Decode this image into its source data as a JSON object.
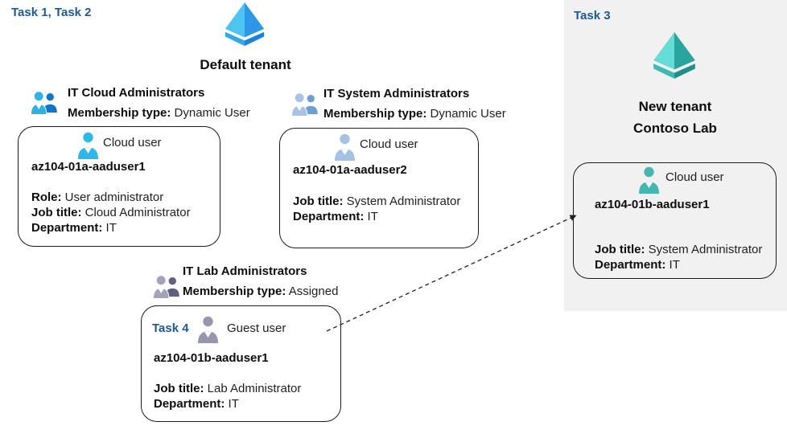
{
  "tasks": {
    "left": "Task 1, Task 2",
    "right": "Task 3",
    "guest_card": "Task 4"
  },
  "tenants": {
    "default": {
      "label": "Default tenant"
    },
    "new": {
      "line1": "New tenant",
      "line2": "Contoso Lab"
    }
  },
  "groups": [
    {
      "name": "IT Cloud Administrators",
      "membership_label": "Membership type:",
      "membership_value": "Dynamic User"
    },
    {
      "name": "IT System Administrators",
      "membership_label": "Membership type:",
      "membership_value": "Dynamic User"
    },
    {
      "name": "IT Lab Administrators",
      "membership_label": "Membership type:",
      "membership_value": "Assigned"
    }
  ],
  "cards": [
    {
      "user_type": "Cloud user",
      "username": "az104-01a-aaduser1",
      "fields": [
        {
          "label": "Role:",
          "value": "User administrator"
        },
        {
          "label": "Job title:",
          "value": "Cloud Administrator"
        },
        {
          "label": "Department:",
          "value": "IT"
        }
      ]
    },
    {
      "user_type": "Cloud user",
      "username": "az104-01a-aaduser2",
      "fields": [
        {
          "label": "Job title:",
          "value": "System Administrator"
        },
        {
          "label": "Department:",
          "value": "IT"
        }
      ]
    },
    {
      "task_label": "Task 4",
      "user_type": "Guest user",
      "username": "az104-01b-aaduser1",
      "fields": [
        {
          "label": "Job title:",
          "value": "Lab Administrator"
        },
        {
          "label": "Department:",
          "value": "IT"
        }
      ]
    },
    {
      "user_type": "Cloud user",
      "username": "az104-01b-aaduser1",
      "fields": [
        {
          "label": "Job title:",
          "value": "System Administrator"
        },
        {
          "label": "Department:",
          "value": "IT"
        }
      ]
    }
  ],
  "icons": {
    "tenant_default": "azure-ad-tenant-icon",
    "tenant_new": "azure-ad-tenant-icon",
    "group": "user-group-icon",
    "cloud_user": "person-icon",
    "guest_user": "person-icon",
    "arrow": "dashed-arrow"
  },
  "colors": {
    "task_label": "#1b5a96",
    "panel_bg": "#f1f1f1",
    "card_border": "#1a1a1a",
    "arrow": "#222222",
    "tenant_blue": {
      "light": "#4cc5f1",
      "dark": "#2d99e6",
      "base_light": "#30a9e9",
      "base_dark": "#1583df"
    },
    "tenant_teal": {
      "light": "#66dcd6",
      "dark": "#2aa49e",
      "base_light": "#3dbab3",
      "base_dark": "#1e8f89"
    },
    "group_icons": {
      "g1_front": "#2fb0e7",
      "g1_back": "#1273c7",
      "g2_front": "#a6c4e6",
      "g2_back": "#6f9ed6",
      "g3_front": "#a2a2b9",
      "g3_back": "#5f5f7e"
    },
    "user_icons": {
      "card1": "#2eb7e9",
      "card2": "#a3c2e5",
      "card3": "#9595ae",
      "card4": "#45b7b2"
    }
  }
}
